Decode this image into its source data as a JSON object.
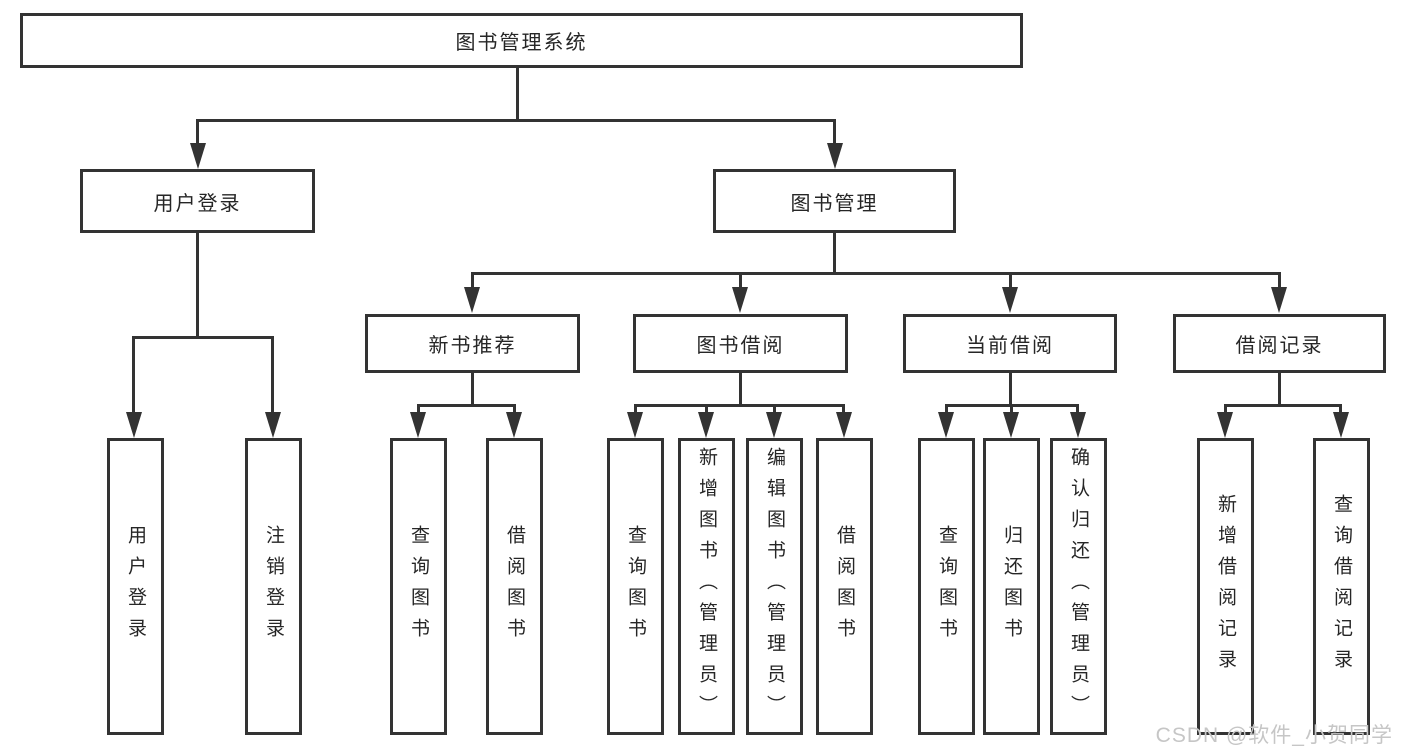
{
  "diagram": {
    "watermark": "CSDN @软件_小贺同学",
    "colors": {
      "line": "#333333",
      "text": "#262626",
      "watermark": "#c6c6c6",
      "background": "#ffffff"
    },
    "nodes": {
      "root": {
        "label": "图书管理系统"
      },
      "user_login": {
        "label": "用户登录"
      },
      "book_mgmt": {
        "label": "图书管理"
      },
      "new_books": {
        "label": "新书推荐"
      },
      "book_borrow": {
        "label": "图书借阅"
      },
      "current_borrow": {
        "label": "当前借阅"
      },
      "borrow_records": {
        "label": "借阅记录"
      },
      "leaf_user_login": {
        "label": "用户登录"
      },
      "leaf_logout": {
        "label": "注销登录"
      },
      "leaf_nb_query": {
        "label": "查询图书"
      },
      "leaf_nb_borrow": {
        "label": "借阅图书"
      },
      "leaf_bb_query": {
        "label": "查询图书"
      },
      "leaf_bb_add": {
        "label": "新增图书（管理员）"
      },
      "leaf_bb_edit": {
        "label": "编辑图书（管理员）"
      },
      "leaf_bb_borrow": {
        "label": "借阅图书"
      },
      "leaf_cb_query": {
        "label": "查询图书"
      },
      "leaf_cb_return": {
        "label": "归还图书"
      },
      "leaf_cb_confirm": {
        "label": "确认归还（管理员）"
      },
      "leaf_br_add": {
        "label": "新增借阅记录"
      },
      "leaf_br_query": {
        "label": "查询借阅记录"
      }
    }
  }
}
